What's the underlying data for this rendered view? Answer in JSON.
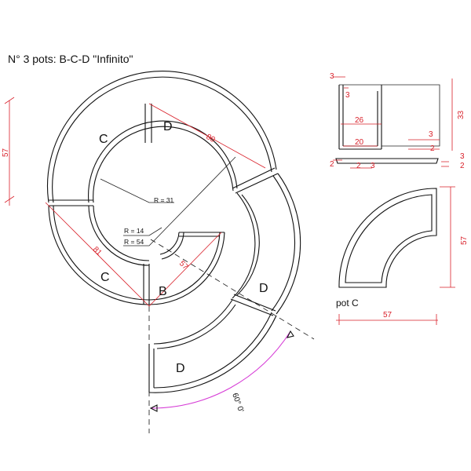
{
  "title": "N° 3 pots: B-C-D \"Infinito\"",
  "plan": {
    "pot_labels": {
      "c_top": "C",
      "d_top": "D",
      "c_left": "C",
      "b": "B",
      "d_right": "D",
      "d_bottom": "D"
    },
    "radii": {
      "r31": "R = 31",
      "r14": "R = 14",
      "r54": "R = 54"
    },
    "dims": {
      "left_height": "57",
      "d_length": "80",
      "c_length": "81",
      "b_length": "57",
      "angle": "60° 0'"
    }
  },
  "section": {
    "d3_top": "3",
    "d3_inner": "3",
    "d26": "26",
    "d20": "20",
    "d3_right": "3",
    "d2_right": "2",
    "d33": "33",
    "d2_left": "2",
    "d2_base": "2",
    "d3_base": "3",
    "d3_far": "3",
    "d2_far": "2"
  },
  "pot_c_view": {
    "height": "57",
    "width": "57",
    "caption": "pot C"
  },
  "colors": {
    "ink": "#111111",
    "dimension_red": "#d9202a",
    "angle_arc_magenta": "#d63cd6"
  }
}
